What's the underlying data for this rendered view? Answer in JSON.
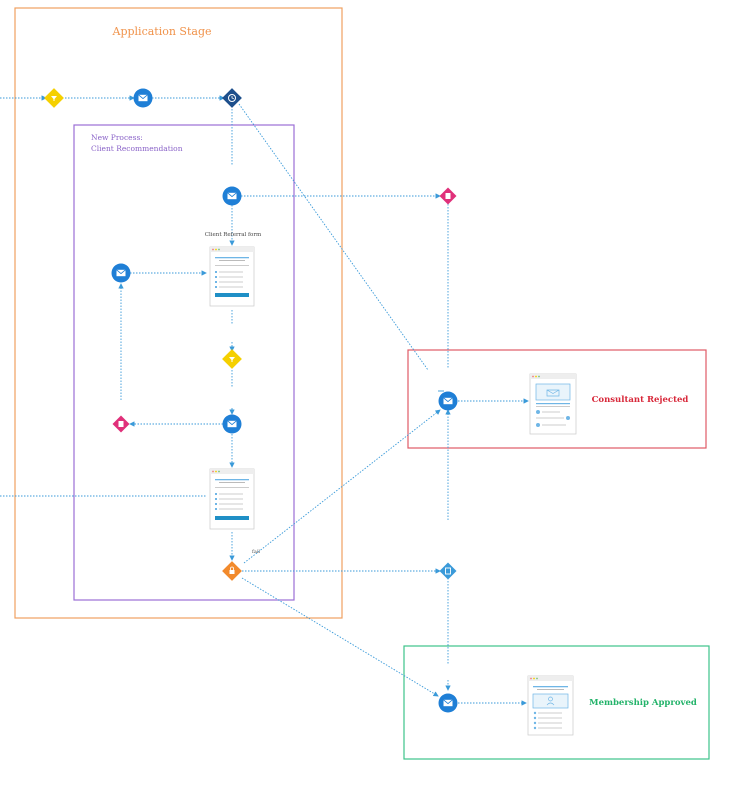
{
  "colors": {
    "connector": "#3a9ad9",
    "stage": "#f0a060",
    "subprocess": "#9b6fd6",
    "rejected": "#e05a66",
    "approved": "#3dc38a",
    "email_node": "#1f7fd6",
    "gateway_yellow": "#f5d000",
    "gateway_navy": "#1d4f8c",
    "gateway_pink": "#e0307a",
    "gateway_orange": "#f28a2c",
    "gateway_blue": "#3a9ad9"
  },
  "stages": {
    "application": {
      "title": "Application Stage"
    },
    "subprocess": {
      "title_line1": "New Process:",
      "title_line2": "Client Recommendation"
    },
    "rejected": {
      "title": "Consultant Rejected"
    },
    "approved": {
      "title": "Membership Approved"
    }
  },
  "forms": {
    "referral": {
      "caption": "Client Referral form"
    }
  },
  "edge_labels": {
    "fail": "fail"
  },
  "icons": {
    "email": "envelope-icon",
    "gateway_filter": "filter-icon",
    "gateway_timer": "clock-icon",
    "gateway_tag": "tag-icon",
    "gateway_lock": "lock-icon",
    "gateway_split": "split-icon",
    "form": "form-page-icon"
  }
}
